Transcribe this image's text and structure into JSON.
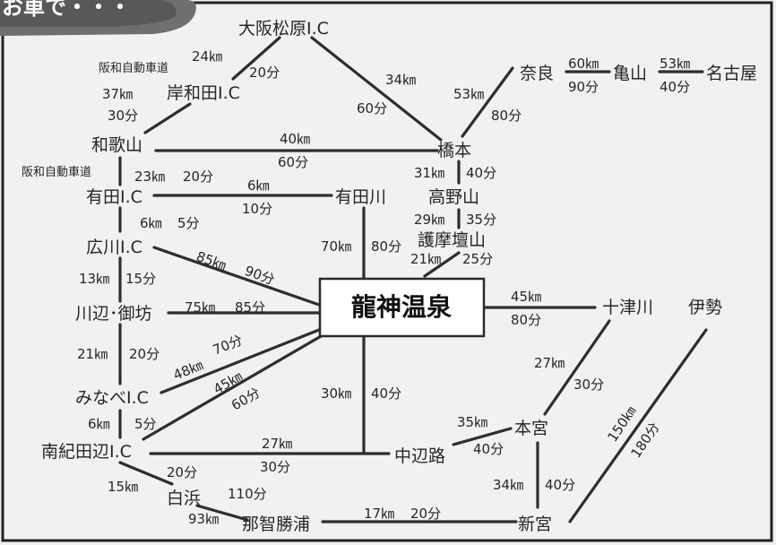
{
  "title": "お車で・・・",
  "destination": "龍神温泉",
  "places": {
    "osaka_matsubara": "大阪松原I.C",
    "kishiwada": "岸和田I.C",
    "wakayama": "和歌山",
    "arida": "有田I.C",
    "hirogawa": "広川I.C",
    "kawabe": "川辺･御坊",
    "minabe": "みなべI.C",
    "nanki_tanabe": "南紀田辺I.C",
    "shirahama": "白浜",
    "nachikatsuura": "那智勝浦",
    "shingu": "新宮",
    "hongu": "本宮",
    "nakahechi": "中辺路",
    "totsukawa": "十津川",
    "ise": "伊勢",
    "aridagawa": "有田川",
    "koyasan": "高野山",
    "gomadanzan": "護摩壇山",
    "hashimoto": "橋本",
    "nara": "奈良",
    "kameyama": "亀山",
    "nagoya": "名古屋"
  },
  "roads": {
    "hanwa_1": "阪和自動車道",
    "hanwa_2": "阪和自動車道"
  },
  "legs": {
    "om_kishiwada": {
      "km": "24㎞",
      "min": "20分"
    },
    "kishiwada_wakayama": {
      "km": "37㎞",
      "min": "30分"
    },
    "om_hashimoto": {
      "km": "34㎞",
      "min": "60分"
    },
    "wakayama_hashimoto": {
      "km": "40㎞",
      "min": "60分"
    },
    "hashimoto_nara": {
      "km": "53㎞",
      "min": "80分"
    },
    "nara_kameyama": {
      "km": "60㎞",
      "min": "90分"
    },
    "kameyama_nagoya": {
      "km": "53㎞",
      "min": "40分"
    },
    "wakayama_arida": {
      "km": "23㎞",
      "min": "20分"
    },
    "arida_aridagawa": {
      "km": "6㎞",
      "min": "10分"
    },
    "hashimoto_koyasan": {
      "km": "31㎞",
      "min": "40分"
    },
    "koyasan_gomadanzan": {
      "km": "29㎞",
      "min": "35分"
    },
    "gomadanzan_ryujin": {
      "km": "21㎞",
      "min": "25分"
    },
    "aridagawa_ryujin": {
      "km": "70㎞",
      "min": "80分"
    },
    "arida_hirogawa": {
      "km": "6㎞",
      "min": "5分"
    },
    "hirogawa_ryujin": {
      "km": "85㎞",
      "min": "90分"
    },
    "hirogawa_kawabe": {
      "km": "13㎞",
      "min": "15分"
    },
    "kawabe_ryujin": {
      "km": "75㎞",
      "min": "85分"
    },
    "kawabe_minabe": {
      "km": "21㎞",
      "min": "20分"
    },
    "minabe_ryujin": {
      "km": "48㎞",
      "min": "70分"
    },
    "minabe_tanabe": {
      "km": "6㎞",
      "min": "5分"
    },
    "tanabe_ryujin": {
      "km": "45㎞",
      "min": "60分"
    },
    "ryujin_nakahechi": {
      "km": "30㎞",
      "min": "40分"
    },
    "tanabe_nakahechi": {
      "km": "27㎞",
      "min": "30分"
    },
    "tanabe_shirahama": {
      "km": "15㎞",
      "min": "20分"
    },
    "shirahama_nachi": {
      "km": "93㎞",
      "min": "110分"
    },
    "nachi_shingu": {
      "km": "17㎞",
      "min": "20分"
    },
    "nakahechi_hongu": {
      "km": "35㎞",
      "min": "40分"
    },
    "hongu_shingu": {
      "km": "34㎞",
      "min": "40分"
    },
    "totsukawa_hongu": {
      "km": "27㎞",
      "min": "30分"
    },
    "ryujin_totsukawa": {
      "km": "45㎞",
      "min": "80分"
    },
    "ise_shingu": {
      "km": "150㎞",
      "min": "180分"
    }
  }
}
